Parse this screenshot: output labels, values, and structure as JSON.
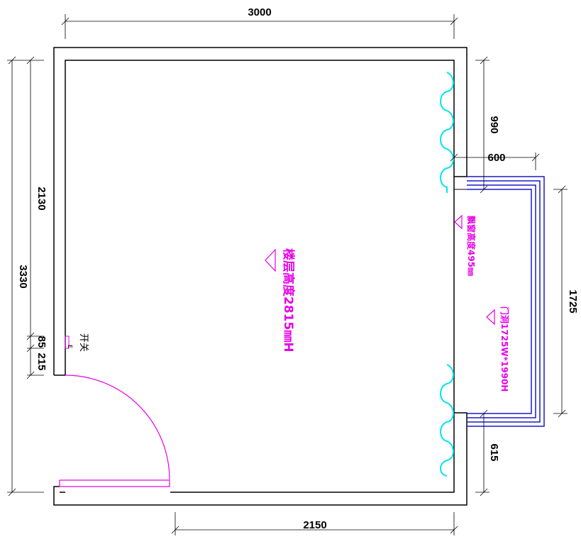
{
  "dimensions": {
    "top_width": "3000",
    "bottom_width": "2150",
    "left_total": "3330",
    "left_upper": "2130",
    "left_small_a": "85",
    "left_small_b": "215",
    "right_top": "990",
    "bay_depth": "600",
    "right_bay": "1725",
    "right_bottom": "615"
  },
  "annotations": {
    "floor_height": "楼层高度2815㎜H",
    "bay_window_height": "飘窗高度495㎜",
    "opening": "门洞1725W*1990H",
    "switch_label": "开关"
  },
  "colors": {
    "wall": "#000000",
    "annotation": "#e600e6",
    "curtain": "#00e5ee",
    "bay_window": "#1a1acc",
    "dimension": "#000000"
  }
}
